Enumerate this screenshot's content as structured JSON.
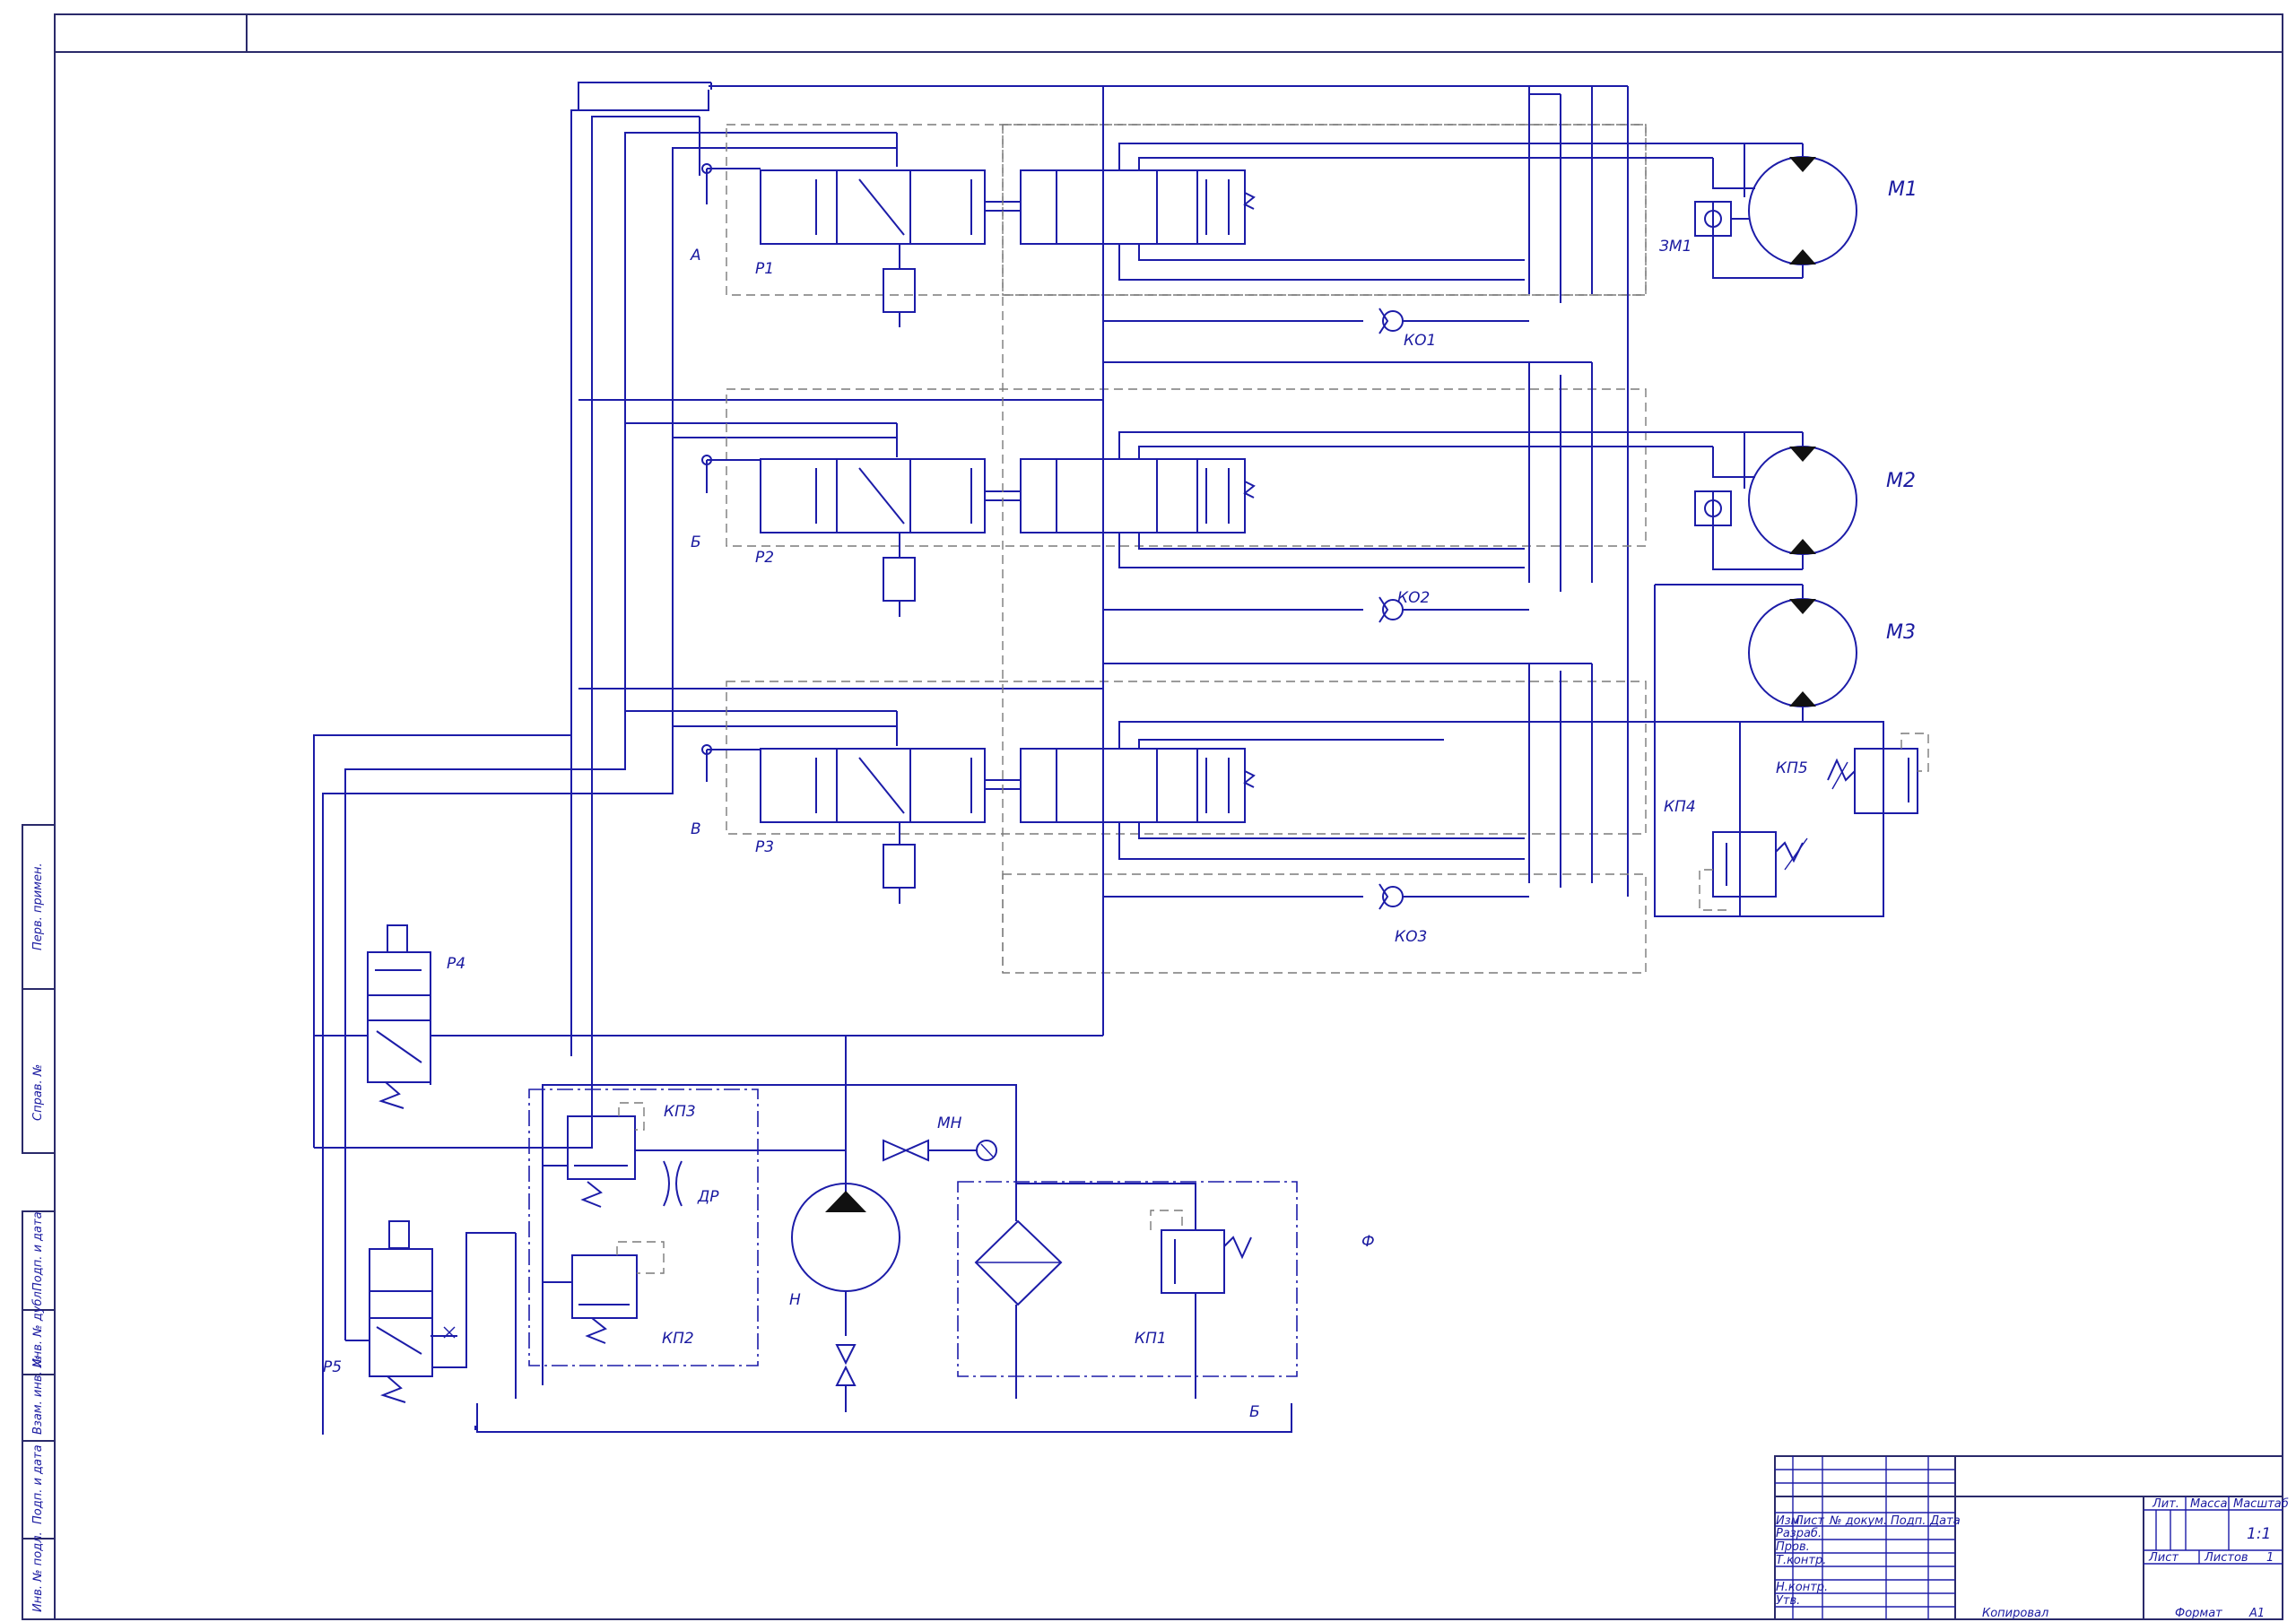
{
  "labels": {
    "M1": "M1",
    "M2": "M2",
    "M3": "M3",
    "ZM1": "ЗМ1",
    "P1": "P1",
    "P2": "P2",
    "P3": "P3",
    "P4": "P4",
    "P5": "P5",
    "KO1": "КО1",
    "KO2": "КО2",
    "KO3": "КО3",
    "KP1": "КП1",
    "KP2": "КП2",
    "KP3": "КП3",
    "KP4": "КП4",
    "KP5": "КП5",
    "DR": "ДР",
    "MN": "МН",
    "H": "Н",
    "F": "Ф",
    "B_tank": "Б",
    "A": "А",
    "B": "Б",
    "V": "В"
  },
  "side_stamp": [
    "Перв. примен.",
    "Справ. №",
    "Подп. и дата",
    "Инв. № дубл.",
    "Взам. инв. №",
    "Подп. и дата",
    "Инв. № подл."
  ],
  "title_block": {
    "col_headers": [
      "Изм",
      "Лист",
      "№ докум.",
      "Подп.",
      "Дата"
    ],
    "rows": [
      "Разраб.",
      "Пров.",
      "Т.контр.",
      "Н.контр.",
      "Утв."
    ],
    "lit": "Лит.",
    "massa": "Масса",
    "masshtab": "Масштаб",
    "scale_value": "1:1",
    "sheet": "Лист",
    "sheets": "Листов",
    "sheets_value": "1",
    "copied": "Копировал",
    "format": "Формат",
    "format_value": "А1"
  }
}
